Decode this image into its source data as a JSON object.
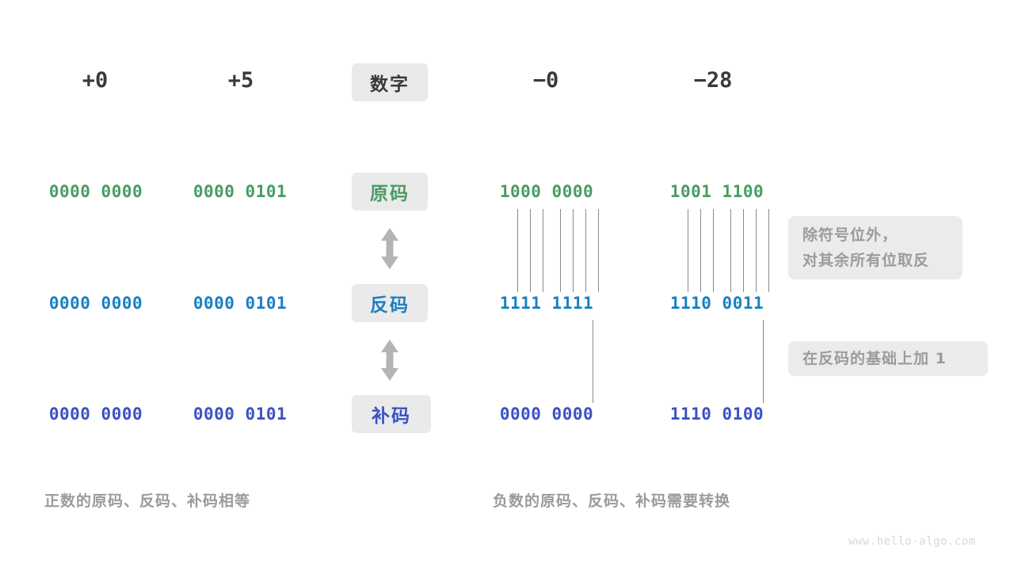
{
  "page": {
    "background": "#ffffff",
    "watermark": "www.hello-algo.com"
  },
  "colors": {
    "sign_magnitude": "#4a9b62",
    "ones_complement": "#1a7fc1",
    "twos_complement": "#3b51c6",
    "chip_bg": "#eaeaea",
    "note_bg": "#ebebeb",
    "note_text": "#9b9b9b",
    "connector": "#8c8c8c",
    "arrow": "#b4b4b4",
    "header_text": "#3a3a3a"
  },
  "header": {
    "center_label": "数字",
    "columns": [
      {
        "label": "+0",
        "sign": "positive"
      },
      {
        "label": "+5",
        "sign": "positive"
      },
      {
        "label": "−0",
        "sign": "negative"
      },
      {
        "label": "−28",
        "sign": "negative"
      }
    ]
  },
  "rows": [
    {
      "name": "sign-magnitude",
      "chip_label": "原码",
      "color_key": "sign_magnitude",
      "values": {
        "plus_zero": "0000 0000",
        "plus_five": "0000 0101",
        "minus_zero": "1000 0000",
        "minus_28": "1001 1100"
      }
    },
    {
      "name": "ones-complement",
      "chip_label": "反码",
      "color_key": "ones_complement",
      "values": {
        "plus_zero": "0000 0000",
        "plus_five": "0000 0101",
        "minus_zero": "1111 1111",
        "minus_28": "1110 0011"
      }
    },
    {
      "name": "twos-complement",
      "chip_label": "补码",
      "color_key": "twos_complement",
      "values": {
        "plus_zero": "0000 0000",
        "plus_five": "0000 0101",
        "minus_zero": "0000 0000",
        "minus_28": "1110 0100"
      }
    }
  ],
  "notes": {
    "invert": {
      "line1": "除符号位外，",
      "line2": "对其余所有位取反"
    },
    "add_one": {
      "line1": "在反码的基础上加 1"
    }
  },
  "captions": {
    "left": "正数的原码、反码、补码相等",
    "right": "负数的原码、反码、补码需要转换"
  },
  "arrows": {
    "top": "double-vertical-arrow",
    "bottom": "double-vertical-arrow"
  }
}
